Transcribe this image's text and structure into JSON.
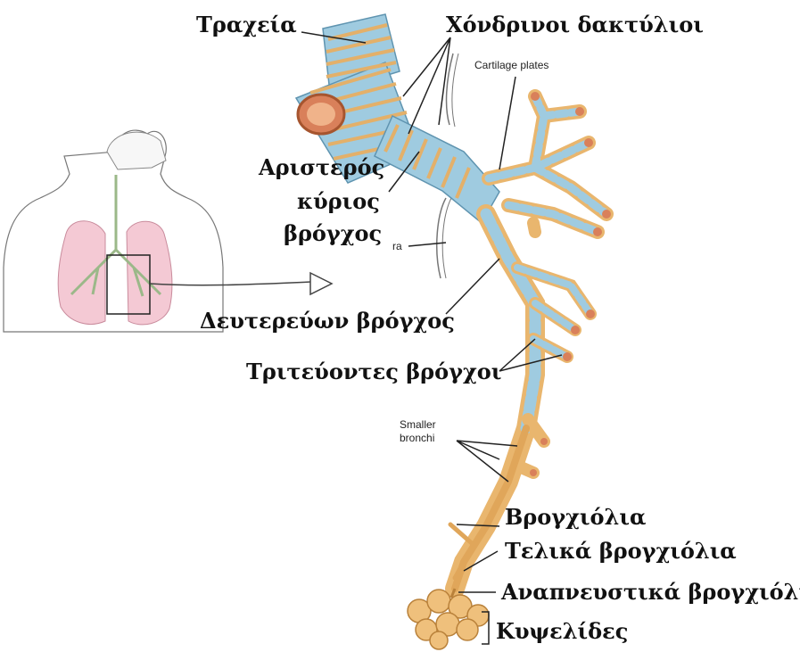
{
  "labels": {
    "trachea": "Τραχεία",
    "cartilage_rings": "Χόνδρινοι δακτύλιοι",
    "left_main_bronchus_line1": "Αριστερός",
    "left_main_bronchus_line2": "κύριος",
    "left_main_bronchus_line3": "βρόγχος",
    "secondary_bronchus": "Δευτερεύων βρόγχος",
    "tertiary_bronchi": "Τριτεύοντες βρόγχοι",
    "bronchioles": "Βρογχιόλια",
    "terminal_bronchioles": "Τελικά βρογχιόλια",
    "respiratory_bronchioles": "Αναπνευστικά βρογχιόλια",
    "alveoli": "Κυψελίδες"
  },
  "small_labels": {
    "cartilage_plates": "Cartilage plates",
    "ra": "ra",
    "smaller_bronchi_line1": "Smaller",
    "smaller_bronchi_line2": "bronchi"
  },
  "colors": {
    "cartilage": "#9fcbe0",
    "cartilage_dark": "#6fa6c2",
    "airway_wall": "#e9b66e",
    "airway_dark": "#c98d3e",
    "lumen": "#d9805a",
    "lung_pink": "#f4c9d4",
    "leader_line": "#222222"
  }
}
